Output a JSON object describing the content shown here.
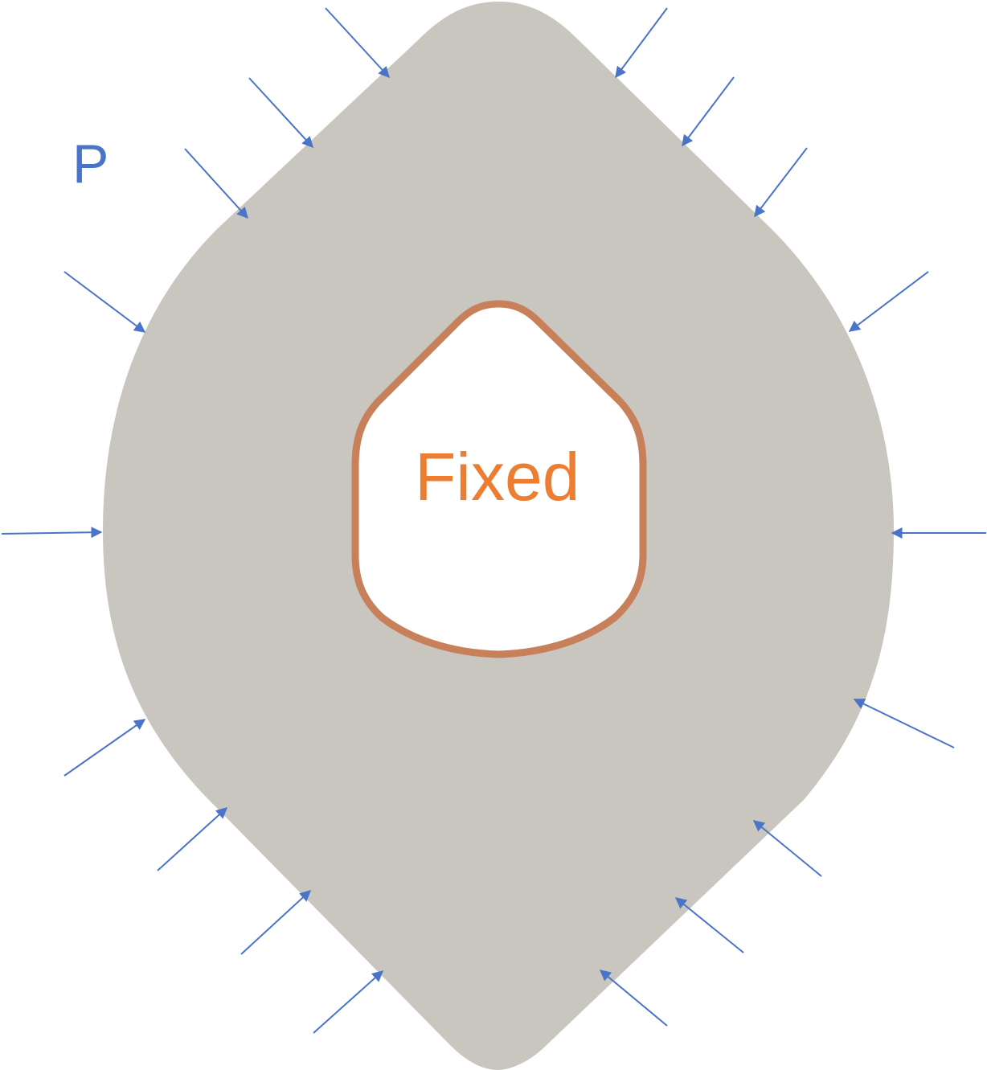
{
  "labels": {
    "pressure": "P",
    "inner_boundary": "Fixed"
  },
  "colors": {
    "body_fill": "#c8c6be",
    "hole_fill": "#ffffff",
    "hole_outline": "#c8805a",
    "arrow": "#4a74c8",
    "pressure_label": "#4a74c8",
    "fixed_label": "#ed7d31"
  },
  "arrow_count": 18
}
